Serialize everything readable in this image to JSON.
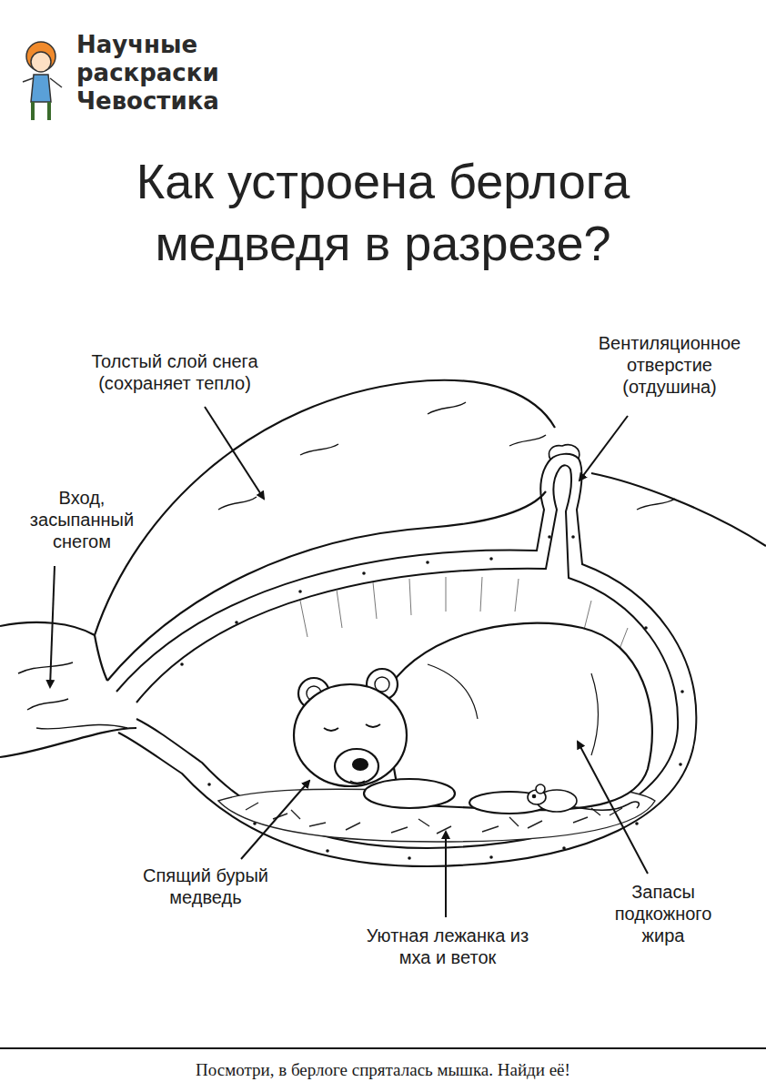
{
  "diagram": {
    "title": "Как устроена берлога медведя в разрезе?",
    "caption": "Посмотри, в берлоге спряталась мышка. Найди её!",
    "labels": [
      "Научные раскраски Чевостика",
      "Толстый слой снега (сохраняет тепло)",
      "Вентиляционное отверстие (отдушина)",
      "Вход, засыпанный снегом",
      "Спящий бурый медведь",
      "Уютная лежанка из мха и веток",
      "Запасы подкожного жира"
    ]
  }
}
